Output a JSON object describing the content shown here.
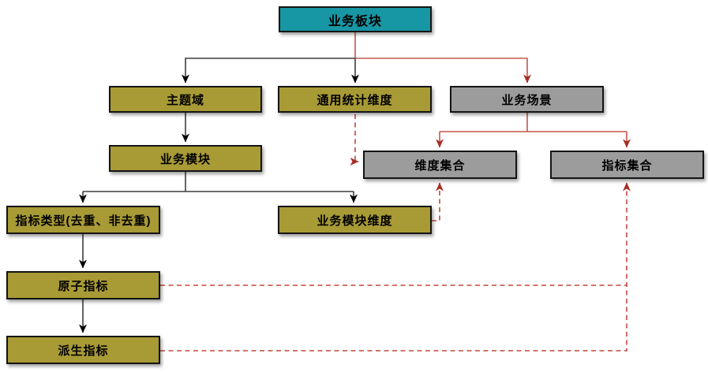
{
  "diagram": {
    "background": "#ffffff",
    "colors": {
      "teal_node": "#1796a4",
      "olive_node": "#a89a35",
      "gray_node": "#9c9c9c",
      "node_border": "#141414",
      "black_edge": "#3d3d3d",
      "red_edge": "#c4554b",
      "red_dashed_edge": "#c2463c",
      "text": "#000000"
    },
    "nodes": [
      {
        "id": "business-sector",
        "label": "业务板块",
        "type": "teal"
      },
      {
        "id": "subject-domain",
        "label": "主题域",
        "type": "olive"
      },
      {
        "id": "common-statistical-dimension",
        "label": "通用统计维度",
        "type": "olive"
      },
      {
        "id": "business-scenario",
        "label": "业务场景",
        "type": "gray"
      },
      {
        "id": "business-module",
        "label": "业务模块",
        "type": "olive"
      },
      {
        "id": "dimension-set",
        "label": "维度集合",
        "type": "gray"
      },
      {
        "id": "metric-set",
        "label": "指标集合",
        "type": "gray"
      },
      {
        "id": "metric-type",
        "label": "指标类型(去重、非去重)",
        "type": "olive"
      },
      {
        "id": "business-module-dimension",
        "label": "业务模块维度",
        "type": "olive"
      },
      {
        "id": "atomic-metric",
        "label": "原子指标",
        "type": "olive"
      },
      {
        "id": "derived-metric",
        "label": "派生指标",
        "type": "olive"
      }
    ],
    "edges": [
      {
        "from": "业务板块",
        "to": "主题域",
        "style": "solid-black"
      },
      {
        "from": "业务板块",
        "to": "通用统计维度",
        "style": "solid-black"
      },
      {
        "from": "业务板块",
        "to": "业务场景",
        "style": "solid-red"
      },
      {
        "from": "主题域",
        "to": "业务模块",
        "style": "solid-black"
      },
      {
        "from": "业务模块",
        "to": "指标类型(去重、非去重)",
        "style": "solid-black"
      },
      {
        "from": "业务模块",
        "to": "业务模块维度",
        "style": "solid-black"
      },
      {
        "from": "业务场景",
        "to": "维度集合",
        "style": "solid-red"
      },
      {
        "from": "业务场景",
        "to": "指标集合",
        "style": "solid-red"
      },
      {
        "from": "通用统计维度",
        "to": "维度集合",
        "style": "dashed-red"
      },
      {
        "from": "业务模块维度",
        "to": "维度集合",
        "style": "dashed-red"
      },
      {
        "from": "指标类型(去重、非去重)",
        "to": "原子指标",
        "style": "solid-black"
      },
      {
        "from": "原子指标",
        "to": "派生指标",
        "style": "solid-black"
      },
      {
        "from": "原子指标",
        "to": "指标集合",
        "style": "dashed-red"
      },
      {
        "from": "派生指标",
        "to": "指标集合",
        "style": "dashed-red"
      }
    ]
  }
}
